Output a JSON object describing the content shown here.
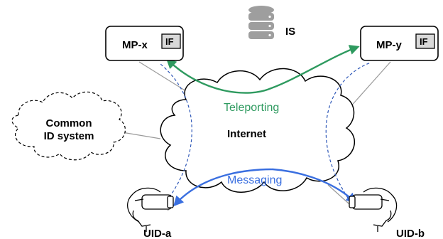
{
  "nodes": {
    "mp_x": {
      "label": "MP-x",
      "interface_label": "IF"
    },
    "mp_y": {
      "label": "MP-y",
      "interface_label": "IF"
    },
    "is_server": {
      "label": "IS",
      "icon": "database-icon"
    },
    "internet": {
      "label": "Internet"
    },
    "common_id": {
      "line1": "Common",
      "line2": "ID system"
    },
    "uid_a": {
      "label": "UID-a",
      "icon": "vr-headset-user-icon"
    },
    "uid_b": {
      "label": "UID-b",
      "icon": "vr-headset-user-icon"
    }
  },
  "flows": {
    "teleporting": {
      "label": "Teleporting",
      "color": "#2e9a5f"
    },
    "messaging": {
      "label": "Messaging",
      "color": "#3a6fe0"
    }
  },
  "colors": {
    "dashed_link": "#2f58b8",
    "solid_link": "#9a9a9a",
    "if_fill": "#d9d9d9",
    "db_fill": "#9e9e9e"
  }
}
